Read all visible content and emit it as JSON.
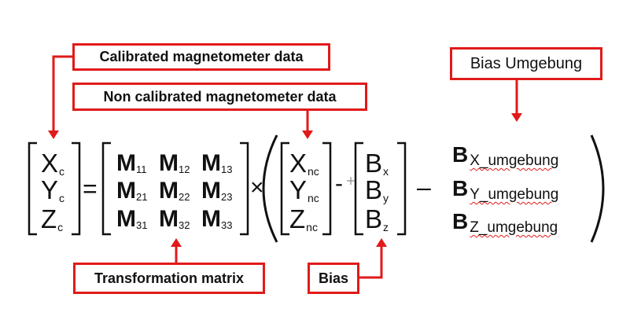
{
  "callouts": {
    "calibrated": "Calibrated magnetometer data",
    "non_calibrated": "Non calibrated magnetometer data",
    "bias_umgebung": "Bias Umgebung",
    "transformation": "Transformation matrix",
    "bias": "Bias"
  },
  "lhs": [
    {
      "base": "X",
      "sub": "c"
    },
    {
      "base": "Y",
      "sub": "c"
    },
    {
      "base": "Z",
      "sub": "c"
    }
  ],
  "matrix": [
    [
      {
        "base": "M",
        "sub": "11"
      },
      {
        "base": "M",
        "sub": "12"
      },
      {
        "base": "M",
        "sub": "13"
      }
    ],
    [
      {
        "base": "M",
        "sub": "21"
      },
      {
        "base": "M",
        "sub": "22"
      },
      {
        "base": "M",
        "sub": "23"
      }
    ],
    [
      {
        "base": "M",
        "sub": "31"
      },
      {
        "base": "M",
        "sub": "32"
      },
      {
        "base": "M",
        "sub": "33"
      }
    ]
  ],
  "raw": [
    {
      "base": "X",
      "sub": "nc"
    },
    {
      "base": "Y",
      "sub": "nc"
    },
    {
      "base": "Z",
      "sub": "nc"
    }
  ],
  "bias": [
    {
      "base": "B",
      "sub": "x"
    },
    {
      "base": "B",
      "sub": "y"
    },
    {
      "base": "B",
      "sub": "z"
    }
  ],
  "env_bias": [
    {
      "base": "B",
      "sub": "X_umgebung"
    },
    {
      "base": "B",
      "sub": "Y_umgebung"
    },
    {
      "base": "B",
      "sub": "Z_umgebung"
    }
  ],
  "operators": {
    "equals": "=",
    "times": "×",
    "minus": "-",
    "minus2": "–"
  },
  "colors": {
    "accent": "#e11a1a",
    "text": "#111111"
  }
}
